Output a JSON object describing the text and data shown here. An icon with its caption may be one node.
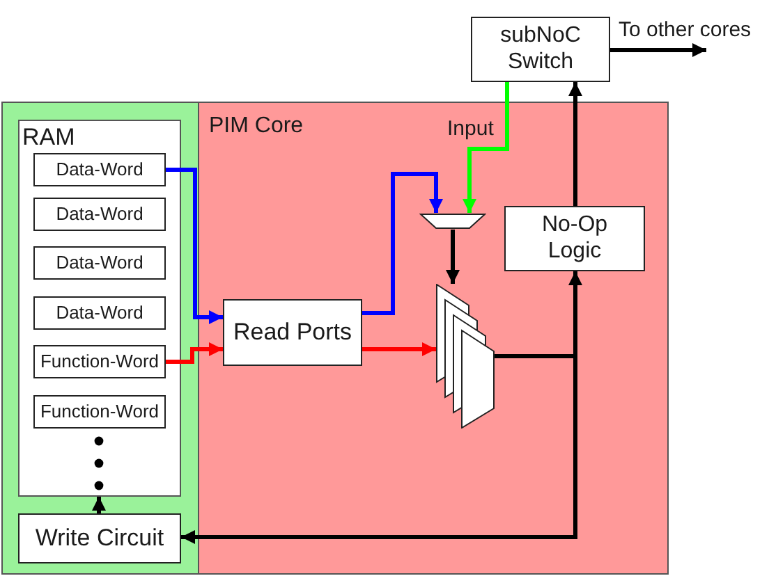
{
  "diagram": {
    "nodes": [
      {
        "text": [
          "subNoC Switch"
        ]
      },
      {
        "text": [],
        "shape": "box"
      },
      {
        "text": [
          "RAM"
        ],
        "in": 1
      },
      {
        "text": [
          "Data-Word"
        ],
        "in": 2
      },
      {
        "text": [
          "Data-Word"
        ],
        "in": 2
      },
      {
        "text": [
          "Data-Word"
        ],
        "in": 2
      },
      {
        "text": [
          "Data-Word"
        ],
        "in": 2
      },
      {
        "text": [
          "Function-Word"
        ],
        "in": 2
      },
      {
        "text": [
          "Function-Word"
        ],
        "in": 2
      },
      {
        "text": [
          "Write Circuit"
        ],
        "in": 1
      },
      {
        "text": [
          "PIM Core"
        ]
      },
      {
        "text": [],
        "shape": "trapezoid",
        "in": 10
      },
      {
        "text": [
          "No-Op Logic"
        ],
        "in": 10
      },
      {
        "text": [
          "Read Ports"
        ],
        "in": 10
      },
      {
        "text": [],
        "shape": "stack",
        "in": 10
      }
    ],
    "edges": [
      {
        "from": 3,
        "to": 13,
        "arrow": "to",
        "color": "#0000ff"
      },
      {
        "from": 7,
        "to": 13,
        "arrow": "to",
        "color": "#ff0000"
      },
      {
        "from": 13,
        "to": 11,
        "arrow": "to",
        "color": "#0000ff"
      },
      {
        "from": 0,
        "to": 11,
        "arrow": "to",
        "label": "Input",
        "color": "#00ff00"
      },
      {
        "from": 13,
        "to": 14,
        "arrow": "to",
        "color": "#ff0000"
      },
      {
        "from": 11,
        "to": 14,
        "arrow": "to"
      },
      {
        "from": 14,
        "to": 12,
        "arrow": "to"
      },
      {
        "from": 14,
        "to": 9,
        "arrow": "to"
      },
      {
        "from": 12,
        "to": 0,
        "arrow": "to"
      },
      {
        "from": 0,
        "to": null,
        "arrow": "to",
        "label": "To other cores"
      },
      {
        "from": 9,
        "to": 2,
        "arrow": "to"
      }
    ]
  }
}
